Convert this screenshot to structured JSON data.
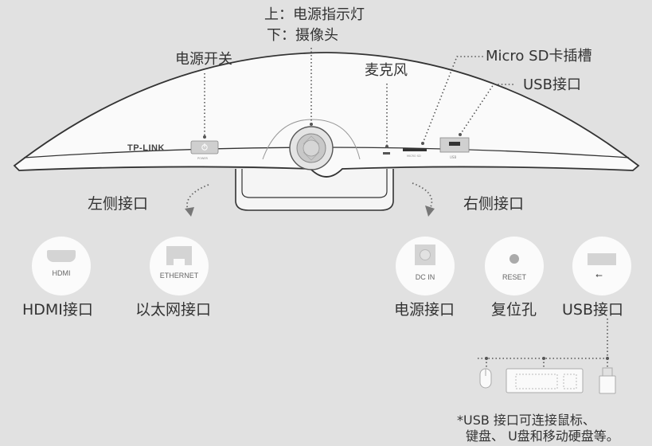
{
  "top_labels": {
    "indicator": "上：电源指示灯",
    "camera": "下：摄像头",
    "power_switch": "电源开关",
    "microphone": "麦克风",
    "sd_slot": "Micro SD卡插槽",
    "usb_top": "USB接口"
  },
  "device": {
    "brand": "TP-LINK",
    "power_small": "POWER",
    "sd_small": "MICRO SD",
    "usb_small": "USB"
  },
  "sides": {
    "left": "左侧接口",
    "right": "右侧接口"
  },
  "ports": [
    {
      "inner": "HDMI",
      "caption": "HDMI接口",
      "icon": "hdmi-icon"
    },
    {
      "inner": "ETHERNET",
      "caption": "以太网接口",
      "icon": "ethernet-icon"
    },
    {
      "inner": "DC IN",
      "caption": "电源接口",
      "icon": "dc-in-icon"
    },
    {
      "inner": "RESET",
      "caption": "复位孔",
      "icon": "reset-icon"
    },
    {
      "inner": "",
      "caption": "USB接口",
      "icon": "usb-icon"
    }
  ],
  "note": {
    "line1": "*USB 接口可连接鼠标、",
    "line2": "键盘、 U盘和移动硬盘等。"
  }
}
